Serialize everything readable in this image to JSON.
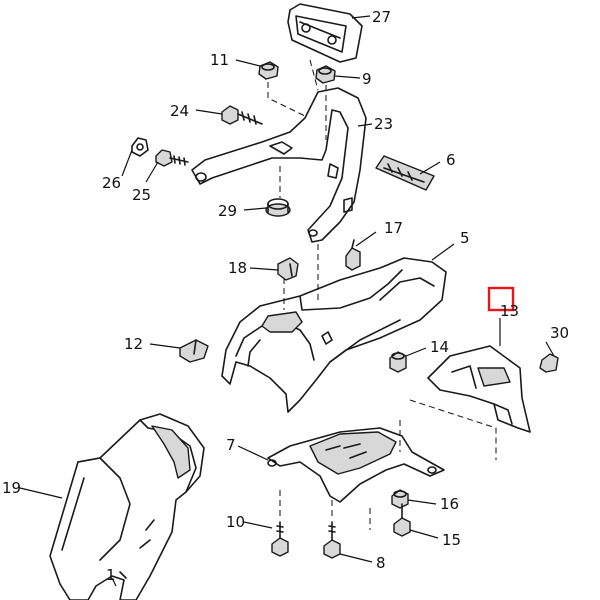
{
  "diagram": {
    "callouts": [
      {
        "id": "c27",
        "text": "27"
      },
      {
        "id": "c11",
        "text": "11"
      },
      {
        "id": "c9",
        "text": "9"
      },
      {
        "id": "c24",
        "text": "24"
      },
      {
        "id": "c23",
        "text": "23"
      },
      {
        "id": "c6",
        "text": "6"
      },
      {
        "id": "c26",
        "text": "26"
      },
      {
        "id": "c25",
        "text": "25"
      },
      {
        "id": "c29",
        "text": "29"
      },
      {
        "id": "c17",
        "text": "17"
      },
      {
        "id": "c5",
        "text": "5"
      },
      {
        "id": "c18",
        "text": "18"
      },
      {
        "id": "c13",
        "text": "13"
      },
      {
        "id": "c30",
        "text": "30"
      },
      {
        "id": "c12",
        "text": "12"
      },
      {
        "id": "c14",
        "text": "14"
      },
      {
        "id": "c7",
        "text": "7"
      },
      {
        "id": "c19",
        "text": "19"
      },
      {
        "id": "c16",
        "text": "16"
      },
      {
        "id": "c10",
        "text": "10"
      },
      {
        "id": "c15",
        "text": "15"
      },
      {
        "id": "c8",
        "text": "8"
      },
      {
        "id": "c1",
        "text": "1"
      }
    ],
    "highlight_color": "#e8141b",
    "line_color": "#1a1a1a"
  }
}
